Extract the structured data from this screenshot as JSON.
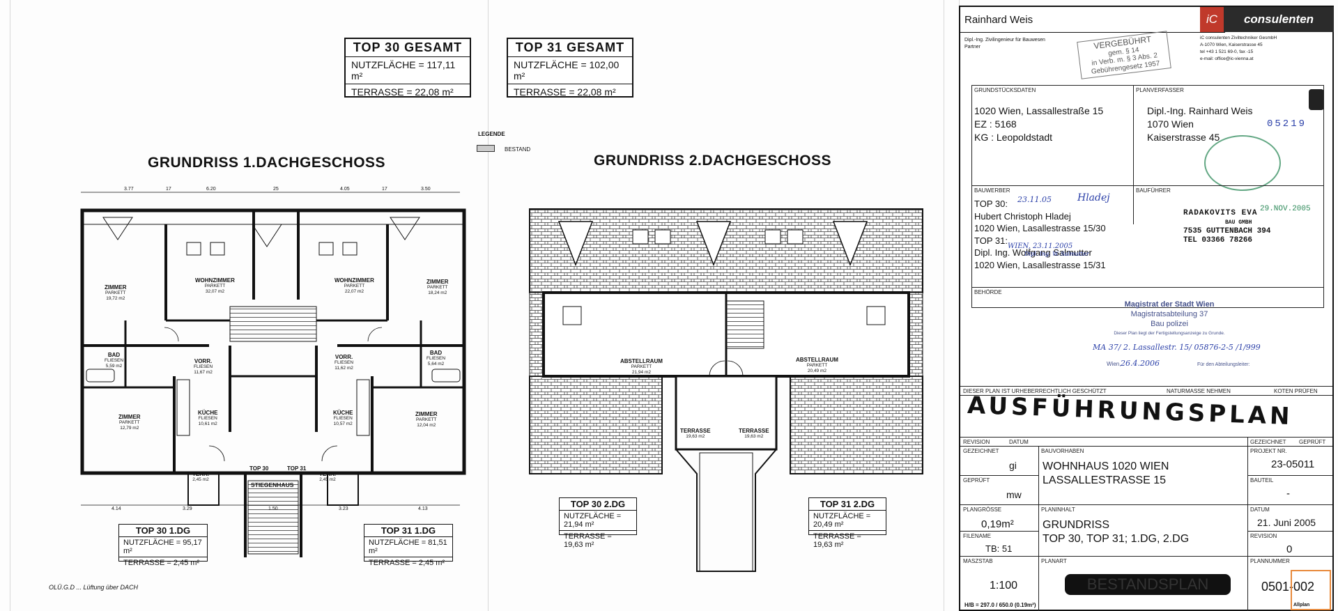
{
  "drawing_1dg": {
    "title": "GRUNDRISS 1.DACHGESCHOSS",
    "top30_total": {
      "head": "TOP 30  GESAMT",
      "area": "NUTZFLÄCHE = 117,11 m²",
      "terrace": "TERRASSE = 22,08 m²"
    },
    "top31_total": {
      "head": "TOP 31  GESAMT",
      "area": "NUTZFLÄCHE = 102,00 m²",
      "terrace": "TERRASSE = 22,08 m²"
    },
    "top30_box": {
      "head": "TOP 30    1.DG",
      "area": "NUTZFLÄCHE = 95,17 m²",
      "terrace": "TERRASSE = 2,45 m²"
    },
    "top31_box": {
      "head": "TOP 31    1.DG",
      "area": "NUTZFLÄCHE = 81,51 m²",
      "terrace": "TERRASSE = 2,45 m²"
    },
    "rooms": [
      {
        "name": "ZIMMER",
        "sub": "PARKETT",
        "area": "19,72 m2"
      },
      {
        "name": "WOHNZIMMER",
        "sub": "PARKETT",
        "area": "32,07 m2"
      },
      {
        "name": "WOHNZIMMER",
        "sub": "PARKETT",
        "area": "22,07 m2"
      },
      {
        "name": "ZIMMER",
        "sub": "PARKETT",
        "area": "18,24 m2"
      },
      {
        "name": "BAD",
        "sub": "FLIESEN",
        "area": "5,59 m2"
      },
      {
        "name": "VORR.",
        "sub": "FLIESEN",
        "area": "11,67 m2"
      },
      {
        "name": "VORR.",
        "sub": "FLIESEN",
        "area": "11,62 m2"
      },
      {
        "name": "BAD",
        "sub": "FLIESEN",
        "area": "5,64 m2"
      },
      {
        "name": "ZIMMER",
        "sub": "PARKETT",
        "area": "12,79 m2"
      },
      {
        "name": "KÜCHE",
        "sub": "FLIESEN",
        "area": "10,61 m2"
      },
      {
        "name": "KÜCHE",
        "sub": "FLIESEN",
        "area": "10,57 m2"
      },
      {
        "name": "ZIMMER",
        "sub": "PARKETT",
        "area": "12,04 m2"
      },
      {
        "name": "TERR.",
        "sub": "",
        "area": "2,45 m2"
      },
      {
        "name": "TERR.",
        "sub": "",
        "area": "2,45 m2"
      },
      {
        "name": "STIEGENHAUS",
        "sub": "",
        "area": ""
      },
      {
        "name": "TOP 30",
        "sub": "",
        "area": ""
      },
      {
        "name": "TOP 31",
        "sub": "",
        "area": ""
      }
    ],
    "dims_top": [
      "3.77",
      "17",
      "6.20",
      "25",
      "4.05",
      "17",
      "3.50"
    ],
    "dims_bottom": [
      "4.14",
      "3.29",
      "1.50",
      "3.23",
      "4.13"
    ],
    "note": "OLÜ.G.D ... Lüftung über DACH"
  },
  "legend": {
    "title": "LEGENDE",
    "item": "BESTAND"
  },
  "drawing_2dg": {
    "title": "GRUNDRISS 2.DACHGESCHOSS",
    "rooms": [
      {
        "name": "ABSTELLRAUM",
        "sub": "PARKETT",
        "area": "21,94 m2"
      },
      {
        "name": "ABSTELLRAUM",
        "sub": "PARKETT",
        "area": "20,49 m2"
      },
      {
        "name": "TERRASSE",
        "sub": "",
        "area": "19,63 m2"
      },
      {
        "name": "TERRASSE",
        "sub": "",
        "area": "19,63 m2"
      }
    ],
    "top30_box": {
      "head": "TOP 30    2.DG",
      "area": "NUTZFLÄCHE = 21,94 m²",
      "terrace": "TERRASSE = 19,63 m²"
    },
    "top31_box": {
      "head": "TOP 31    2.DG",
      "area": "NUTZFLÄCHE = 20,49 m²",
      "terrace": "TERRASSE = 19,63 m²"
    }
  },
  "titleblock": {
    "engineer_name": "Rainhard Weis",
    "engineer_title": "Dipl.-Ing. Zivilingenieur für Bauwesen",
    "engineer_role": "Partner",
    "logo_ic": "iC",
    "logo_word": "consulenten",
    "company_lines": [
      "iC consulenten Ziviltechniker GesmbH",
      "A-1070 Wien, Kaiserstrasse 45",
      "tel +43 1 521 69-0, fax -15",
      "e-mail: office@ic-vienna.at"
    ],
    "stamp_fee": [
      "VERGEBÜHRT",
      "gem. § 14",
      "in Verb. m. § 3 Abs. 2",
      "Gebührengesetz 1957"
    ],
    "grundstueck_label": "GRUNDSTÜCKSDATEN",
    "grundstueck_lines": [
      "1020 Wien, Lassallestraße 15",
      "EZ : 5168",
      "KG : Leopoldstadt"
    ],
    "planverfasser_label": "PLANVERFASSER",
    "planverfasser_lines": [
      "Dipl.-Ing. Rainhard Weis",
      "1070 Wien",
      "Kaiserstrasse 45"
    ],
    "planverfasser_number": "05219",
    "bauwerber_label": "BAUWERBER",
    "bauwerber_lines": [
      "TOP 30:",
      "Hubert Christoph Hladej",
      "1020 Wien, Lasallestrasse 15/30",
      "TOP 31:",
      "Dipl. Ing. Wolfgang Salmutter",
      "1020 Wien, Lasallestrasse 15/31"
    ],
    "bauwerber_hand_1": "23.11.05",
    "bauwerber_hand_2": "WIEN, 23.11.2005",
    "bauwerber_hand_3": "Dipl. Ing. W. Salmutter",
    "bauwerber_hand_4": "Hladej",
    "baufuehrer_label": "BAUFÜHRER",
    "baufuehrer_stamp": [
      "RADAKOVITS EVA",
      "BAU GMBH",
      "7535 GUTTENBACH 394",
      "TEL 03366 78266"
    ],
    "baufuehrer_date": "29.NOV.2005",
    "behoerde_label": "BEHÖRDE",
    "behoerde_stamp": [
      "Magistrat der Stadt Wien",
      "Magistratsabteilung 37",
      "Bau polizei",
      "Dieser Plan liegt der Fertigstellungsanzeige zu Grunde."
    ],
    "behoerde_ref": "MA 37/ 2. Lassallestr. 15/ 05876-2-5 /1/999",
    "behoerde_date_label": "Wien,",
    "behoerde_date": "26.4.2006",
    "behoerde_signer": "Für den Abteilungsleiter:",
    "copyright": "DIESER PLAN IST URHEBERRECHTLICH GESCHÜTZT",
    "natur": "NATURMASSE NEHMEN",
    "koten": "KOTEN PRÜFEN",
    "big_hand": "AUSFÜHRUNGSPLAN",
    "revision_label": "REVISION",
    "datum_label": "DATUM",
    "gezeichnet_label": "GEZEICHNET",
    "geprueft_label": "GEPRÜFT",
    "gezeichnet": "gi",
    "geprueft": "mw",
    "bauvorhaben_label": "BAUVORHABEN",
    "bauvorhaben": [
      "WOHNHAUS  1020 WIEN",
      "LASSALLESTRASSE 15"
    ],
    "projekt_label": "PROJEKT NR.",
    "projekt": "23-05011",
    "bauteil_label": "BAUTEIL",
    "bauteil": "-",
    "plangroesse_label": "PLANGRÖSSE",
    "plangroesse": "0,19m²",
    "planinhalt_label": "PLANINHALT",
    "planinhalt": [
      "GRUNDRISS",
      "TOP 30, TOP 31; 1.DG, 2.DG"
    ],
    "datum": "21. Juni 2005",
    "filename_label": "FILENAME",
    "filename": "TB: 51",
    "revision": "0",
    "massstab_label": "MASZSTAB",
    "massstab": "1:100",
    "planart_label": "PLANART",
    "planart": "BESTANDSPLAN",
    "plannummer_label": "PLANNUMMER",
    "plannummer": "0501-002",
    "footer": "H/B = 297.0 / 650.0 (0.19m²)",
    "allplan": "Allplan"
  }
}
